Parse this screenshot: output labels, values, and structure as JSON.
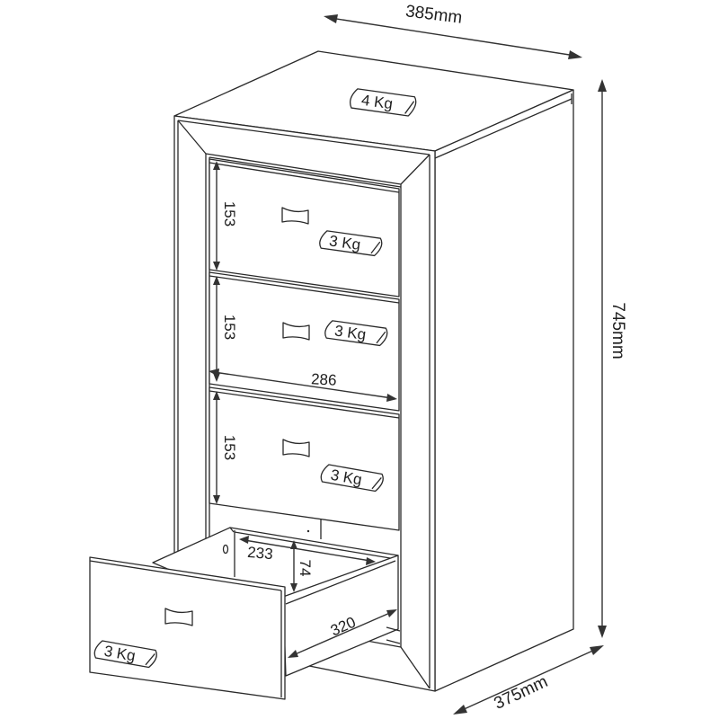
{
  "diagram": {
    "type": "product-dimension-drawing",
    "subject": "4-drawer cabinet",
    "overall_dimensions": {
      "width": "385mm",
      "height": "745mm",
      "depth": "375mm"
    },
    "top_load": {
      "label": "4 Kg"
    },
    "drawers": [
      {
        "front_height": "153",
        "load": "3 Kg"
      },
      {
        "front_height": "153",
        "load": "3 Kg",
        "front_width": "286"
      },
      {
        "front_height": "153",
        "load": "3 Kg"
      },
      {
        "load": "3 Kg",
        "inner_width": "233",
        "inner_height": "74",
        "inner_depth": "320",
        "state": "open"
      }
    ],
    "colors": {
      "line": "#2a2a2a",
      "background": "#ffffff"
    }
  }
}
